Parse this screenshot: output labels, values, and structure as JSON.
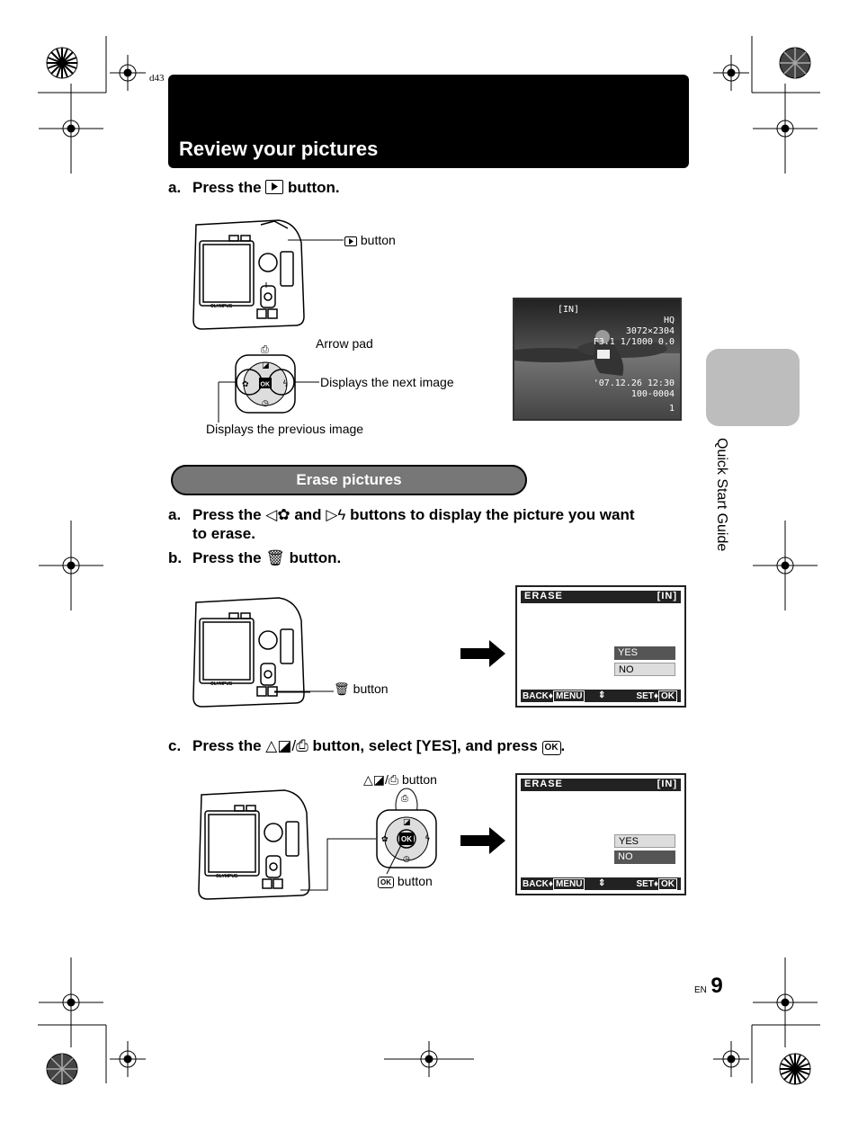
{
  "doc_code": "d43",
  "header": {
    "title": "Review your pictures"
  },
  "section1": {
    "step_a": {
      "label": "a.",
      "text_before": "Press the",
      "text_after": "button."
    },
    "callouts": {
      "play_button": "button",
      "arrow_pad": "Arrow pad",
      "next_image": "Displays the next image",
      "previous_image": "Displays the previous image"
    },
    "photo_overlay": {
      "memory": "[IN]",
      "quality": "HQ",
      "resolution": "3072×2304",
      "exposure": "F3.1  1/1000  0.0",
      "datetime": "'07.12.26  12:30",
      "file": "100-0004",
      "count": "1"
    }
  },
  "section2": {
    "banner": "Erase pictures",
    "step_a": {
      "label": "a.",
      "text_before": "Press the",
      "and": "and",
      "text_after": "buttons to display the picture you want",
      "line2": "to erase."
    },
    "step_b": {
      "label": "b.",
      "text_before": "Press the",
      "text_after": "button."
    },
    "erase_button_label": "button",
    "step_c": {
      "label": "c.",
      "text_before": "Press the",
      "text_after": "button, select [YES], and press",
      "period": "."
    },
    "print_button_label": "button",
    "ok_button_label": "button",
    "screen1": {
      "title": "ERASE",
      "memory": "[IN]",
      "options": [
        "YES",
        "NO"
      ],
      "selected": "YES",
      "back": "BACK",
      "menu": "MENU",
      "set": "SET",
      "ok": "OK"
    },
    "screen2": {
      "title": "ERASE",
      "memory": "[IN]",
      "options": [
        "YES",
        "NO"
      ],
      "selected": "NO",
      "back": "BACK",
      "menu": "MENU",
      "set": "SET",
      "ok": "OK"
    }
  },
  "side_tab": {
    "text": "Quick Start Guide"
  },
  "footer": {
    "lang": "EN",
    "page": "9"
  }
}
